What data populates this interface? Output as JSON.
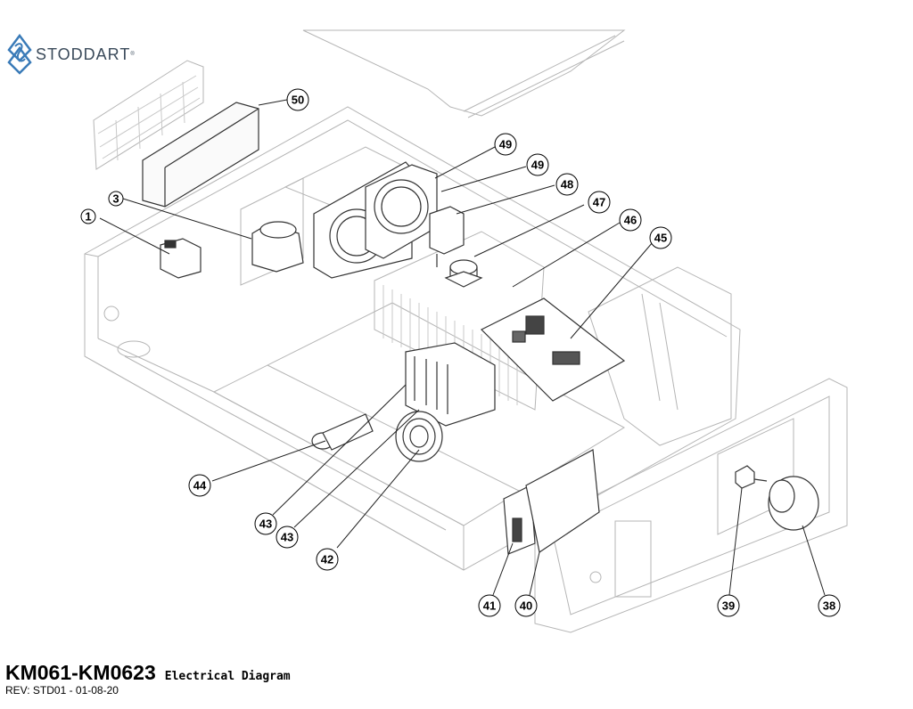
{
  "brand": {
    "name": "STODDART",
    "mark": "®",
    "color": "#3a7bb8"
  },
  "title": {
    "model": "KM061-KM0623",
    "subtitle": "Electrical Diagram"
  },
  "revision": "REV: STD01 - 01-08-20",
  "callouts": [
    "50",
    "49",
    "49",
    "48",
    "47",
    "46",
    "45",
    "3",
    "1",
    "44",
    "43",
    "43",
    "42",
    "41",
    "40",
    "39",
    "38"
  ]
}
